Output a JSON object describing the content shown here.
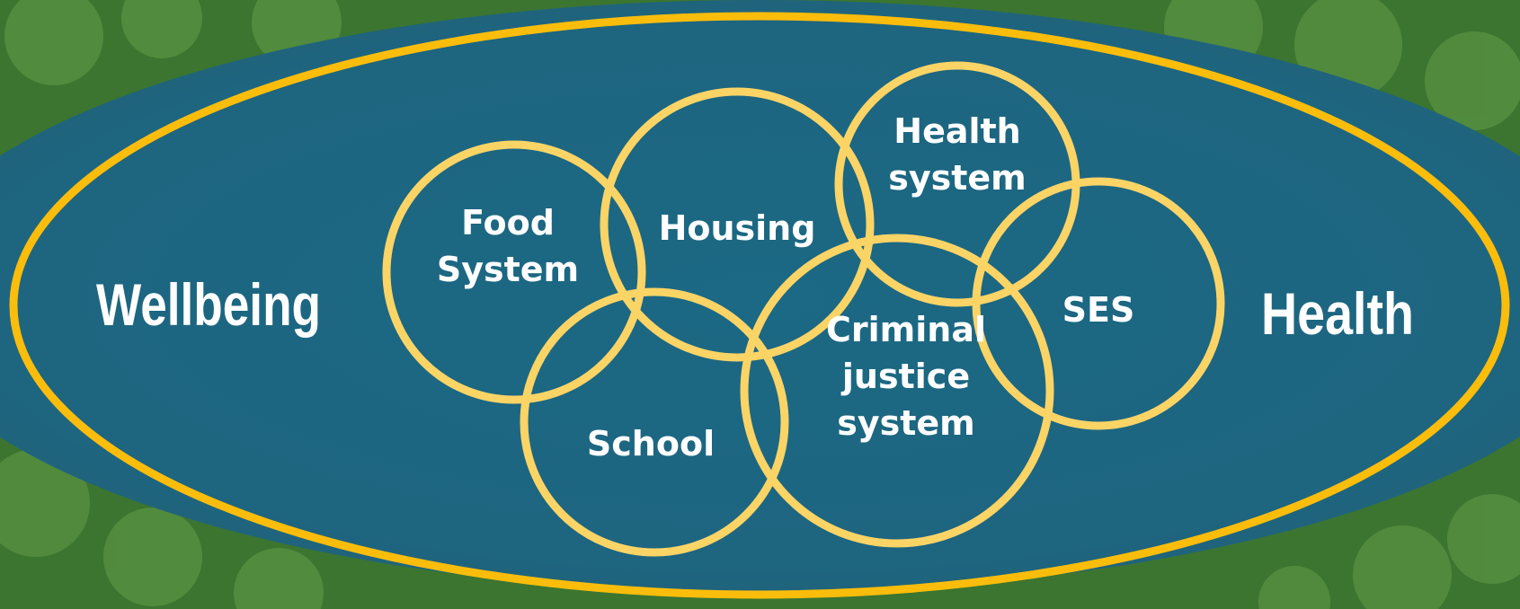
{
  "colors": {
    "outer_ellipse": "#fbbd0b",
    "circles": "#fbd466",
    "text": "#ffffff",
    "water": "#1d6a86",
    "forest": "#3f7a2e"
  },
  "labels": {
    "left": "Wellbeing",
    "right": "Health"
  },
  "circles": [
    {
      "name": "food-system",
      "lines": [
        "Food",
        "System"
      ]
    },
    {
      "name": "housing",
      "lines": [
        "Housing"
      ]
    },
    {
      "name": "health-system",
      "lines": [
        "Health",
        "system"
      ]
    },
    {
      "name": "ses",
      "lines": [
        "SES"
      ]
    },
    {
      "name": "school",
      "lines": [
        "School"
      ]
    },
    {
      "name": "criminal-justice-system",
      "lines": [
        "Criminal",
        "justice",
        "system"
      ]
    }
  ]
}
